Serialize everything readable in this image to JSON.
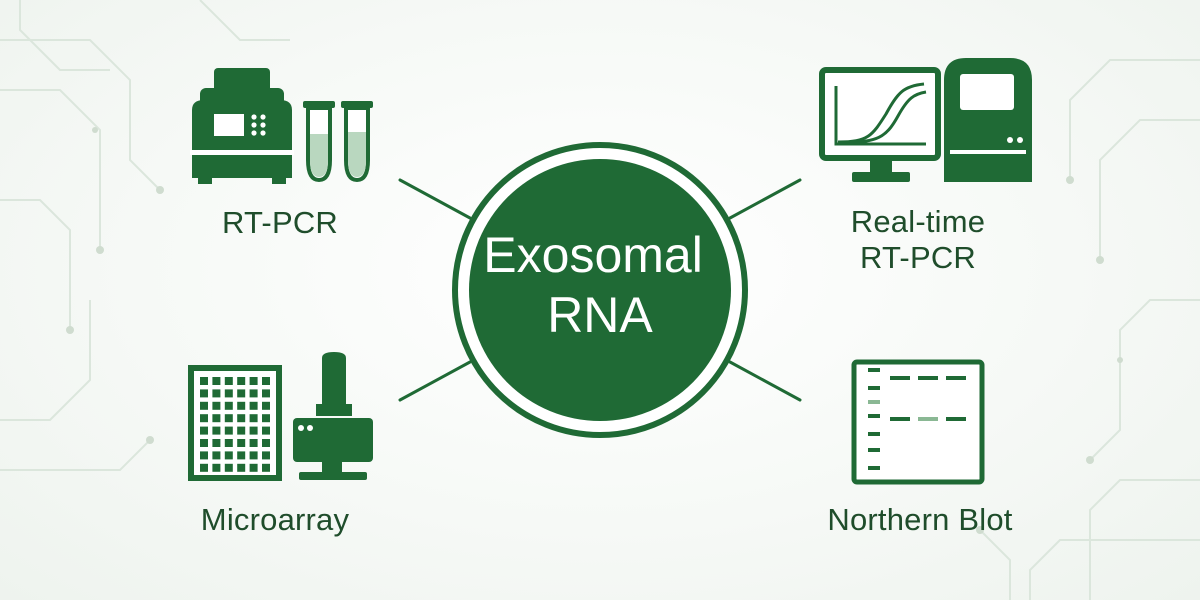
{
  "colors": {
    "primary": "#1f6a35",
    "primary_dark": "#17552a",
    "circle_ring": "#1f6a35",
    "label_text": "#1f4d2b",
    "center_text": "#ffffff",
    "circuit_lines": "#dbe6dc",
    "tube_liquid": "#b9d7bf",
    "band_light": "#8ab894"
  },
  "center": {
    "lines": [
      "Exosomal",
      "RNA"
    ]
  },
  "nodes": [
    {
      "id": "rt-pcr",
      "label_lines": [
        "RT-PCR"
      ],
      "icon": "thermal-cycler-and-tubes-icon"
    },
    {
      "id": "real-time-rt-pcr",
      "label_lines": [
        "Real-time",
        "RT-PCR"
      ],
      "icon": "qpcr-monitor-and-instrument-icon"
    },
    {
      "id": "microarray",
      "label_lines": [
        "Microarray"
      ],
      "icon": "microarray-grid-and-stamp-icon"
    },
    {
      "id": "northern-blot",
      "label_lines": [
        "Northern Blot"
      ],
      "icon": "blot-membrane-icon"
    }
  ]
}
